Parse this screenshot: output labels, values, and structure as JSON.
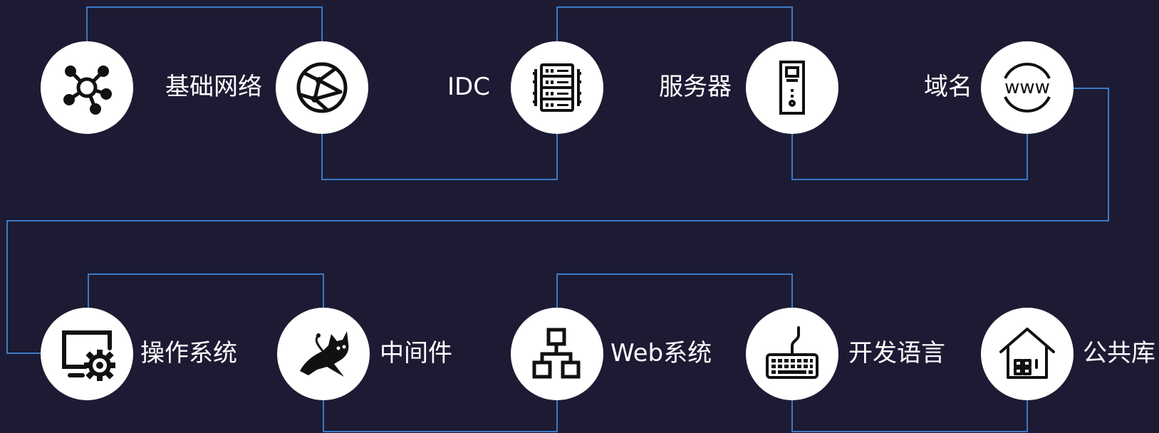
{
  "colors": {
    "background": "#1d1b33",
    "connector": "#3a7ac8",
    "node_fill": "#ffffff",
    "icon": "#111111",
    "label": "#ffffff"
  },
  "nodes": [
    {
      "label": "",
      "icon": "network-hub-icon"
    },
    {
      "label": "基础网络",
      "icon": "globe-network-icon"
    },
    {
      "label": "IDC",
      "icon": "server-rack-icon"
    },
    {
      "label": "服务器",
      "icon": "server-tower-icon"
    },
    {
      "label": "域名",
      "icon": "www-icon"
    },
    {
      "label": "操作系统",
      "icon": "monitor-gear-icon"
    },
    {
      "label": "中间件",
      "icon": "tomcat-icon"
    },
    {
      "label": "Web系统",
      "icon": "sitemap-icon"
    },
    {
      "label": "开发语言",
      "icon": "keyboard-icon"
    },
    {
      "label": "公共库",
      "icon": "house-icon"
    }
  ]
}
